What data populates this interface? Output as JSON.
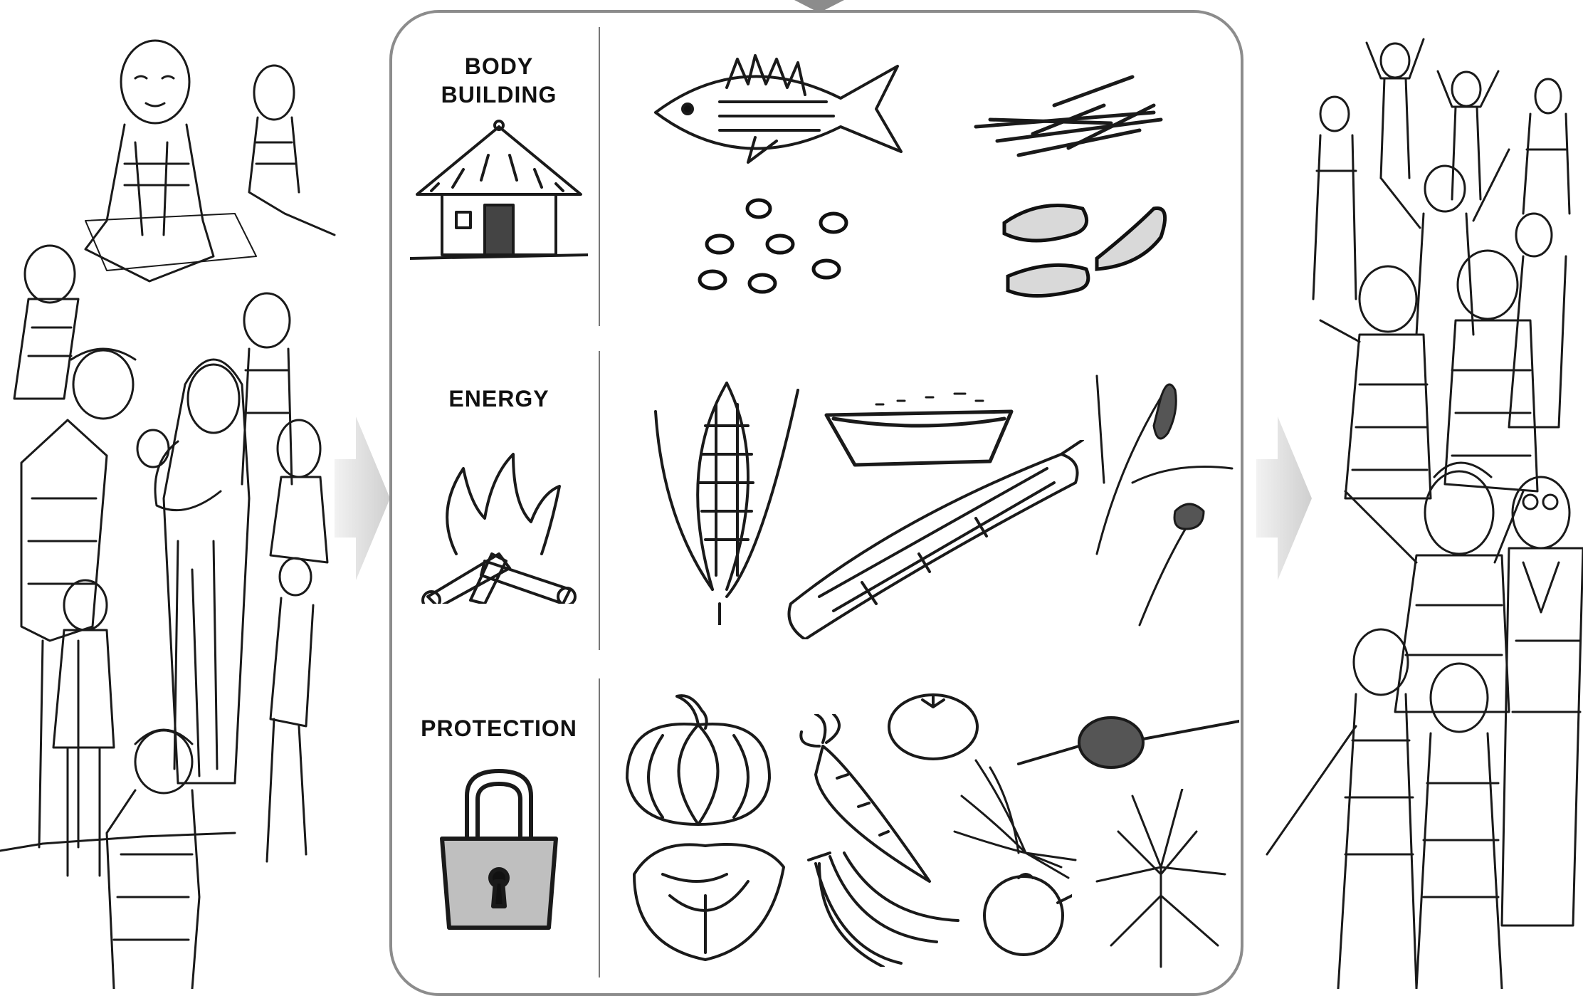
{
  "panel": {
    "categories": [
      {
        "label": "BODY BUILDING",
        "symbol_icon": "hut-icon",
        "foods": [
          "fish-icon",
          "dried-fish-icon",
          "beans-icon",
          "groundnuts-icon"
        ]
      },
      {
        "label": "ENERGY",
        "symbol_icon": "fire-icon",
        "foods": [
          "maize-icon",
          "grain-bowl-icon",
          "cassava-icon",
          "sorghum-icon"
        ]
      },
      {
        "label": "PROTECTION",
        "symbol_icon": "padlock-icon",
        "foods": [
          "pumpkin-icon",
          "carrot-icon",
          "tomato-icon",
          "beetroot-icon",
          "onion-icon",
          "cabbage-icon",
          "bananas-icon",
          "orange-icon",
          "leafy-greens-icon"
        ]
      }
    ]
  },
  "colors": {
    "ink": "#1a1a1a",
    "panel_border": "#8c8c8c",
    "arrow": "#d9d9d9",
    "background": "#ffffff"
  },
  "left_scene": {
    "icon": "malnourished-people-icon"
  },
  "right_scene": {
    "icon": "healthy-people-celebrating-icon"
  }
}
